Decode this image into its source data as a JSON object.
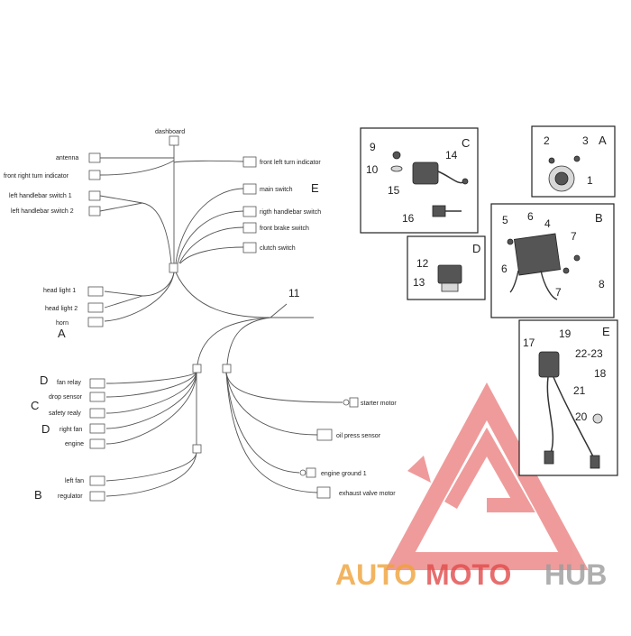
{
  "harness": {
    "dashboard": "dashboard",
    "wire_number": "11",
    "left_top": [
      "antenna",
      "front right turn indicator",
      "left handlebar switch 1",
      "left handlebar switch 2"
    ],
    "right_top": [
      "front left turn indicator",
      "main switch",
      "rigth handlebar switch",
      "front brake switch",
      "clutch switch"
    ],
    "left_mid": [
      "head light 1",
      "head light 2",
      "horn"
    ],
    "left_low": [
      "fan relay",
      "drop sensor",
      "safety realy",
      "right fan",
      "engine"
    ],
    "left_bottom": [
      "left fan",
      "regulator"
    ],
    "right_low": [
      "starter motor",
      "oil press sensor",
      "engine ground 1",
      "exhaust valve motor"
    ],
    "group_letters": {
      "main_switch": "E",
      "head_lights": "A",
      "fan_relay": "D",
      "drop_sensor": "C",
      "right_fan": "D",
      "left_fan": "B"
    }
  },
  "panels": {
    "C": {
      "letter": "C",
      "numbers": [
        "9",
        "10",
        "14",
        "15",
        "16"
      ]
    },
    "A": {
      "letter": "A",
      "numbers": [
        "2",
        "3",
        "1"
      ]
    },
    "D": {
      "letter": "D",
      "numbers": [
        "12",
        "13"
      ]
    },
    "B": {
      "letter": "B",
      "numbers": [
        "5",
        "6",
        "4",
        "7",
        "6",
        "7",
        "8"
      ]
    },
    "E": {
      "letter": "E",
      "numbers": [
        "17",
        "19",
        "22-23",
        "18",
        "21",
        "20"
      ]
    }
  },
  "watermark": {
    "part1": "AUTO",
    "part2": "MOTO",
    "part3": "HUB"
  },
  "colors": {
    "line": "#555555",
    "watermark_red": "#e24b4b",
    "watermark_orange": "#f0a23a",
    "watermark_gray": "#9c9c9c"
  }
}
